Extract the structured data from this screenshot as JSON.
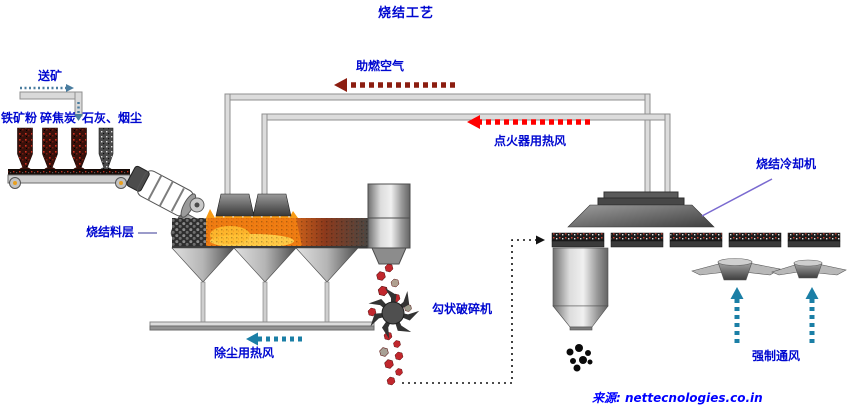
{
  "title": "烧结工艺",
  "labels": {
    "feed_ore": "送矿",
    "iron_ore_powder": "铁矿粉",
    "crushed_coke": "碎焦炭",
    "lime_dust": "石灰、烟尘",
    "combustion_air": "助燃空气",
    "igniter_hot_air": "点火器用热风",
    "sinter_cooler": "烧结冷却机",
    "sinter_bed_layer": "烧结料层",
    "hook_crusher": "勾状破碎机",
    "dedust_hot_air": "除尘用热风",
    "forced_draft": "强制通风"
  },
  "source": {
    "prefix": "来源:",
    "site": "nettecnologies.co.in"
  },
  "icons": {
    "feed_arrow": "dotted-arrow-right-down",
    "combustion_air_arrow": "dotted-arrow-left",
    "igniter_arrow": "dotted-arrow-left",
    "dedust_arrow": "dotted-arrow-left",
    "forced_draft_arrows": "dotted-arrow-up",
    "recycle_path": "dotted-path-right-up"
  },
  "colors": {
    "label_blue": "#0008d0",
    "source_blue": "#0000ff",
    "combustion_air_arrow": "#8c1d10",
    "igniter_arrow": "#ff0000",
    "draft_arrow": "#1b7fa6",
    "flame_orange": "#ef7d12",
    "hot_sinter_red": "#c1272d"
  }
}
